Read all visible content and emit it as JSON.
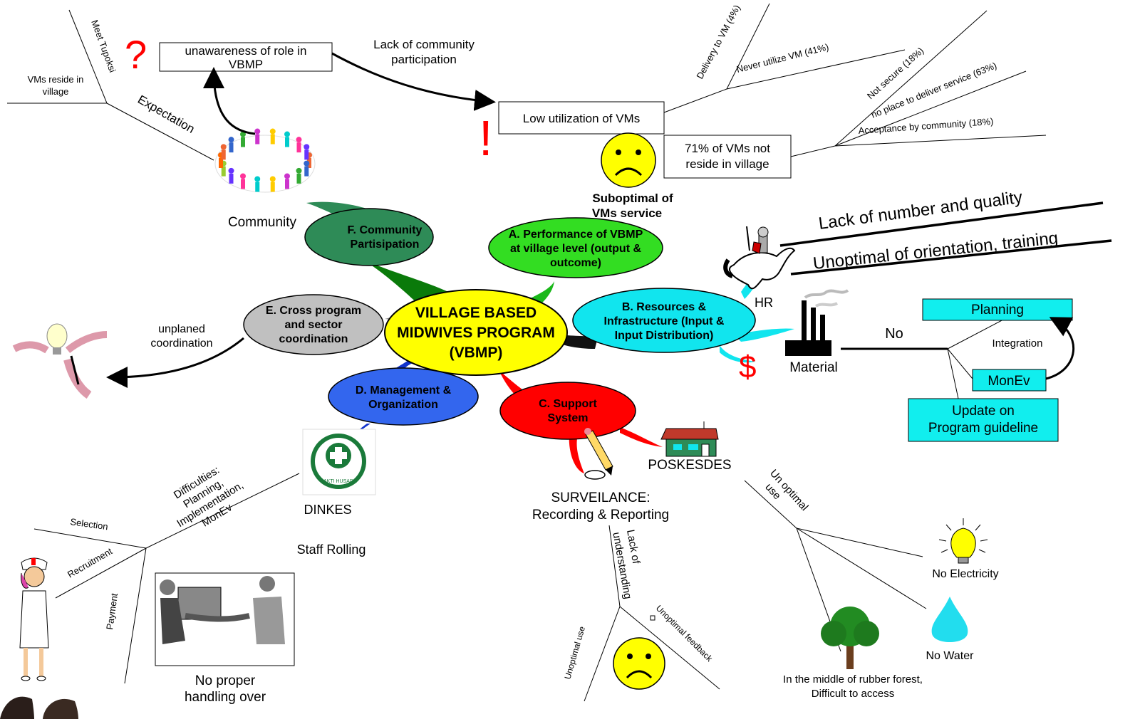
{
  "center": {
    "line1": "VILLAGE BASED",
    "line2": "MIDWIVES PROGRAM",
    "line3": "(VBMP)"
  },
  "branches": {
    "a": {
      "line1": "A. Performance of VBMP",
      "line2": "at village level (output &",
      "line3": "outcome)"
    },
    "b": {
      "line1": "B. Resources &",
      "line2": "Infrastructure (Input &",
      "line3": "Input Distribution)"
    },
    "c": {
      "line1": "C. Support",
      "line2": "System"
    },
    "d": {
      "line1": "D. Management &",
      "line2": "Organization"
    },
    "e": {
      "line1": "E. Cross program",
      "line2": "and sector",
      "line3": "coordination"
    },
    "f": {
      "line1": "F. Community",
      "line2": "Partisipation"
    }
  },
  "top": {
    "unawareness": {
      "line1": "unawareness of role in",
      "line2": "VBMP"
    },
    "question_mark": "?",
    "lack_participation": {
      "line1": "Lack of community",
      "line2": "participation"
    },
    "exclaim": "!",
    "low_utilization": "Low utilization of VMs",
    "not_reside": {
      "line1": "71% of VMs not",
      "line2": "reside in village"
    },
    "suboptimal": {
      "line1": "Suboptimal of",
      "line2": "VMs service"
    },
    "delivery": "Delivery to VM (4%)",
    "never_utilize": "Never utilize VM (41%)",
    "not_secure": "Not secure (18%)",
    "no_place": "no place to deliver service (63%)",
    "acceptance": "Acceptance by community (18%)",
    "meet_tupoksi": "Meet Tupoksi",
    "vms_reside": {
      "line1": "VMs reside in",
      "line2": "village"
    },
    "expectation": "Expectation",
    "community": "Community"
  },
  "right": {
    "lack_number": "Lack of number and quality",
    "unoptimal_orientation": "Unoptimal of orientation, training",
    "hr": "HR",
    "dollar": "$",
    "material": "Material",
    "no": "No",
    "planning": "Planning",
    "integration": "Integration",
    "monev": "MonEv",
    "update": {
      "line1": "Update on",
      "line2": "Program guideline"
    }
  },
  "left": {
    "unplaned": {
      "line1": "unplaned",
      "line2": "coordination"
    },
    "dinkes": "DINKES",
    "difficulties": {
      "line1": "Difficulties:",
      "line2": "Planning,",
      "line3": "Implementation,",
      "line4": "MonEv"
    },
    "staff_rolling": "Staff Rolling",
    "selection": "Selection",
    "recruitment": "Recruitment",
    "payment": "Payment",
    "no_proper": {
      "line1": "No proper",
      "line2": "handling over"
    },
    "logo_text": "BAKTI HUSADA"
  },
  "bottom": {
    "poskesdes": "POSKESDES",
    "surveilance": {
      "line1": "SURVEILANCE:",
      "line2": "Recording & Reporting"
    },
    "lack_understanding": {
      "line1": "Lack of",
      "line2": "understanding"
    },
    "unoptimal_feedback": "Unoptimal feedback",
    "unoptimal_use": "Unoptimal use",
    "un_optimal_use": {
      "line1": "Un optimal",
      "line2": "use"
    },
    "no_electricity": "No Electricity",
    "no_water": "No Water",
    "rubber": {
      "line1": "In the middle of rubber forest,",
      "line2": "Difficult to access"
    }
  },
  "colors": {
    "center": "#ffff00",
    "a": "#33dd22",
    "b": "#11e5ee",
    "c": "#ff0000",
    "d": "#3366ee",
    "e": "#c0c0c0",
    "f": "#2e8b57",
    "cyan_box": "#11eeee",
    "red_mark": "#ff0000",
    "smiley": "#ffff00"
  },
  "icons": [
    "question-mark-icon",
    "exclamation-icon",
    "sad-face-icon",
    "community-circle-icon",
    "knight-horse-icon",
    "factory-icon",
    "dollar-icon",
    "lightbulb-icon",
    "nurse-icon",
    "handover-icon",
    "dinkes-logo-icon",
    "house-icon",
    "pencil-icon",
    "tree-icon",
    "water-drop-icon",
    "idea-bulb-hands-icon"
  ]
}
